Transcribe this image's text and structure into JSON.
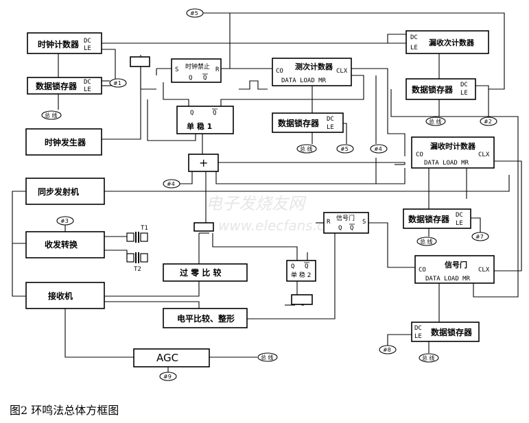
{
  "blocks": {
    "clock_counter": {
      "label": "时钟计数器",
      "pins": "DC LE"
    },
    "data_latch_left": {
      "label": "数据锁存器",
      "pins": "DC LE"
    },
    "clock_generator": {
      "label": "时钟发生器"
    },
    "sync_transmitter": {
      "label": "同步发射机"
    },
    "tx_rx_switch": {
      "label": "收发转换"
    },
    "receiver": {
      "label": "接收机"
    },
    "agc": {
      "label": "AGC"
    },
    "clock_gate": {
      "label": "时钟禁止",
      "pin_s": "S",
      "pin_r": "R",
      "pin_q": "Q",
      "pin_qb": "Q"
    },
    "monostable1": {
      "label": "单 稳 1",
      "pin_q": "Q",
      "pin_qb": "Q"
    },
    "adder": {
      "label": "+"
    },
    "zero_cross": {
      "label": "过 零 比 较"
    },
    "level_compare": {
      "label": "电平比较、整形"
    },
    "monostable2": {
      "label": "单 稳 2",
      "pin_q": "Q",
      "pin_qb": "Q"
    },
    "count_counter": {
      "label": "测次计数器",
      "co": "CO",
      "clx": "CLX",
      "pins": "DATA LOAD MR"
    },
    "data_latch_mid": {
      "label": "数据锁存器",
      "pins": "DC LE"
    },
    "miss_count_counter": {
      "label": "漏收次计数器",
      "pins": "DC LE"
    },
    "data_latch_right_top": {
      "label": "数据锁存器",
      "pins": "DC LE"
    },
    "miss_timer": {
      "label": "漏收时计数器",
      "co": "CO",
      "clx": "CLX",
      "pins": "DATA LOAD MR"
    },
    "signal_gate_small": {
      "label": "信号门",
      "pin_r": "R",
      "pin_s": "S",
      "pin_q": "Q",
      "pin_qb": "Q"
    },
    "data_latch_right_mid": {
      "label": "数据锁存器",
      "pins": "DC LE"
    },
    "signal_gate_big": {
      "label": "信号门",
      "co": "CO",
      "clx": "CLX",
      "pins": "DATA LOAD MR"
    },
    "data_latch_bottom": {
      "label": "数据锁存器",
      "pins": "DC LE"
    }
  },
  "terminals": {
    "n1": "#1",
    "n2": "#2",
    "n3": "#3",
    "n4a": "#4",
    "n4b": "#4",
    "n5a": "#5",
    "n5b": "#5",
    "n7": "#7",
    "n8": "#8",
    "n9": "#9",
    "bus": "总 线",
    "t1": "T1",
    "t2": "T2"
  },
  "watermark": {
    "cn": "电子发烧友网",
    "en": "www.elecfans.com"
  },
  "caption": "图2 环鸣法总体方框图"
}
